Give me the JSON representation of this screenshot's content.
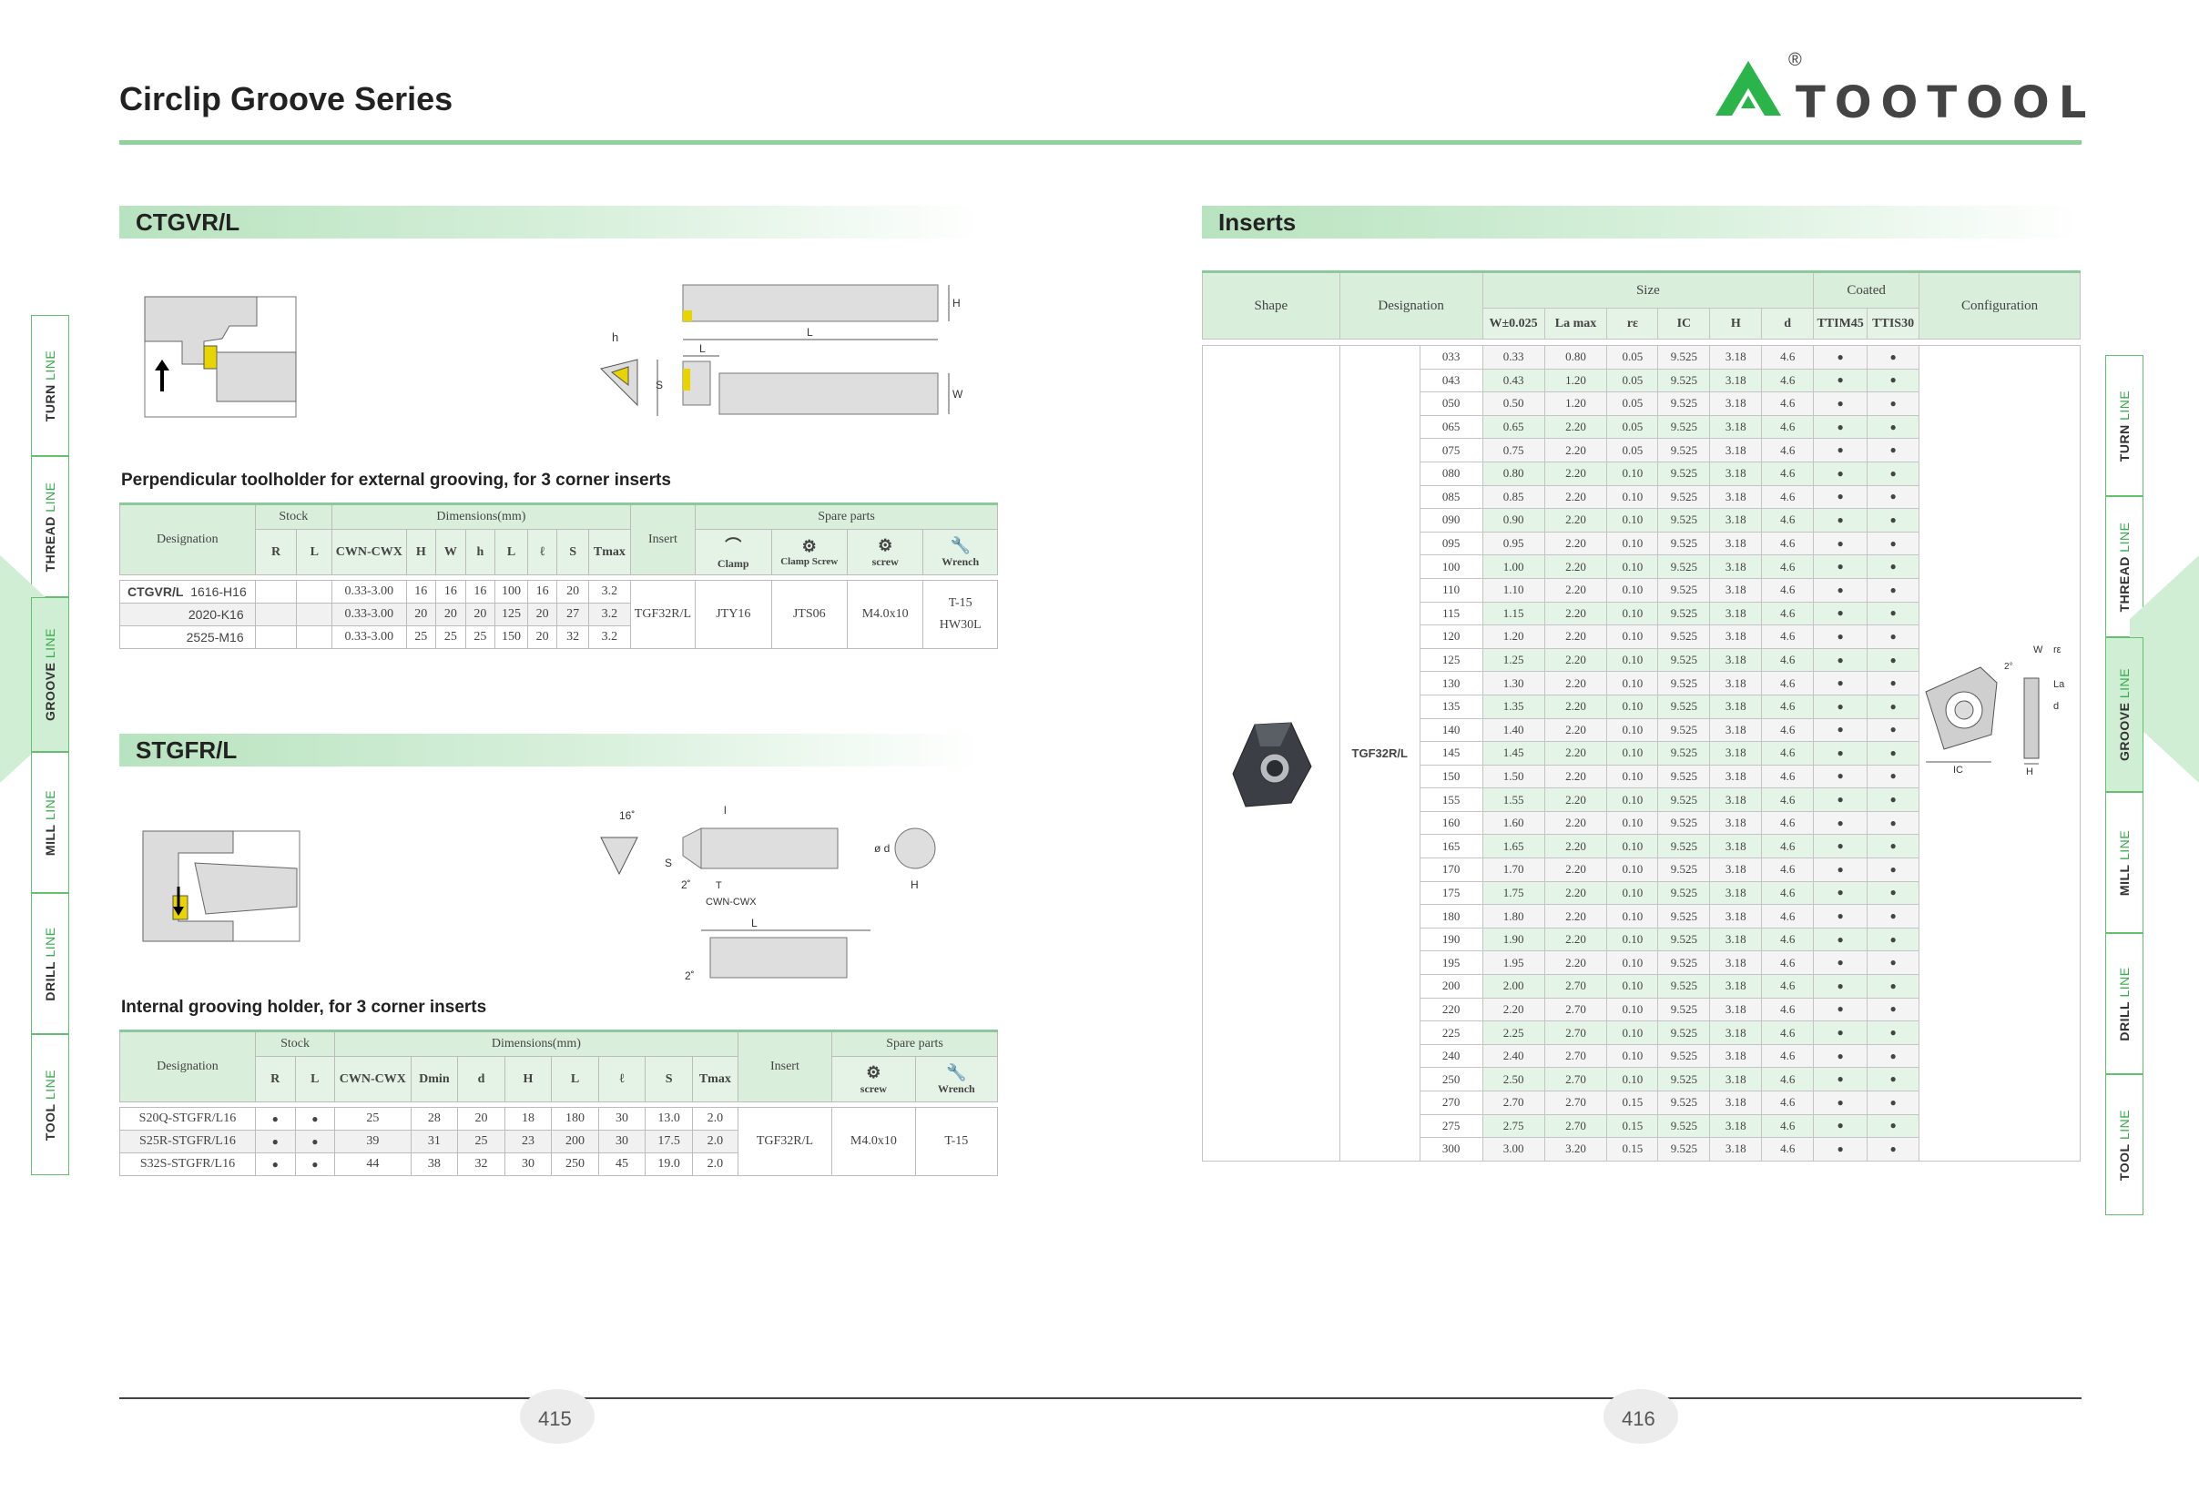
{
  "header": {
    "title": "Circlip Groove Series",
    "brand": "TOOTOOL",
    "reg": "®"
  },
  "side_tabs": [
    {
      "word": "TURN",
      "suffix": "LINE"
    },
    {
      "word": "THREAD",
      "suffix": "LINE"
    },
    {
      "word": "GROOVE",
      "suffix": "LINE"
    },
    {
      "word": "MILL",
      "suffix": "LINE"
    },
    {
      "word": "DRILL",
      "suffix": "LINE"
    },
    {
      "word": "TOOL",
      "suffix": "LINE"
    }
  ],
  "ctgv": {
    "section": "CTGVR/L",
    "subtitle": "Perpendicular toolholder for external grooving, for 3 corner inserts",
    "headers": {
      "designation": "Designation",
      "stock": "Stock",
      "dimensions": "Dimensions(mm)",
      "insert": "Insert",
      "spare": "Spare parts",
      "R": "R",
      "L": "L",
      "cwn": "CWN-CWX",
      "H": "H",
      "W": "W",
      "h": "h",
      "Lbig": "L",
      "l": "ℓ",
      "S": "S",
      "tmax": "Tmax",
      "clamp": "Clamp",
      "clamp_screw": "Clamp Screw",
      "screw": "screw",
      "wrench": "Wrench"
    },
    "prefix": "CTGVR/L",
    "rows": [
      {
        "d": "1616-H16",
        "cwn": "0.33-3.00",
        "H": "16",
        "W": "16",
        "h": "16",
        "L": "100",
        "l": "16",
        "S": "20",
        "tmax": "3.2"
      },
      {
        "d": "2020-K16",
        "cwn": "0.33-3.00",
        "H": "20",
        "W": "20",
        "h": "20",
        "L": "125",
        "l": "20",
        "S": "27",
        "tmax": "3.2"
      },
      {
        "d": "2525-M16",
        "cwn": "0.33-3.00",
        "H": "25",
        "W": "25",
        "h": "25",
        "L": "150",
        "l": "20",
        "S": "32",
        "tmax": "3.2"
      }
    ],
    "insert": "TGF32R/L",
    "clamp": "JTY16",
    "clamp_screw": "JTS06",
    "screw": "M4.0x10",
    "wrench1": "T-15",
    "wrench2": "HW30L",
    "drawing": {
      "H": "H",
      "L": "L",
      "h": "h",
      "S": "S",
      "W": "W"
    }
  },
  "stgf": {
    "section": "STGFR/L",
    "subtitle": "Internal grooving holder, for 3 corner inserts",
    "headers": {
      "designation": "Designation",
      "stock": "Stock",
      "dimensions": "Dimensions(mm)",
      "insert": "Insert",
      "spare": "Spare parts",
      "R": "R",
      "L": "L",
      "cwn": "CWN-CWX",
      "dmin": "Dmin",
      "d": "d",
      "H": "H",
      "Lbig": "L",
      "l": "ℓ",
      "S": "S",
      "tmax": "Tmax",
      "screw": "screw",
      "wrench": "Wrench"
    },
    "rows": [
      {
        "d": "S20Q-STGFR/L16",
        "R": "●",
        "L": "●",
        "cwn": "25",
        "dmin": "28",
        "dd": "20",
        "H": "18",
        "Lb": "180",
        "l": "30",
        "S": "13.0",
        "tmax": "2.0"
      },
      {
        "d": "S25R-STGFR/L16",
        "R": "●",
        "L": "●",
        "cwn": "39",
        "dmin": "31",
        "dd": "25",
        "H": "23",
        "Lb": "200",
        "l": "30",
        "S": "17.5",
        "tmax": "2.0"
      },
      {
        "d": "S32S-STGFR/L16",
        "R": "●",
        "L": "●",
        "cwn": "44",
        "dmin": "38",
        "dd": "32",
        "H": "30",
        "Lb": "250",
        "l": "45",
        "S": "19.0",
        "tmax": "2.0"
      }
    ],
    "insert": "TGF32R/L",
    "screw": "M4.0x10",
    "wrench": "T-15",
    "drawing": {
      "angle16": "16˚",
      "angle2": "2˚",
      "angle2b": "2˚",
      "l": "l",
      "S": "S",
      "T": "T",
      "d": "ø d",
      "H": "H",
      "L": "L",
      "cwn": "CWN-CWX"
    }
  },
  "inserts": {
    "section": "Inserts",
    "headers": {
      "shape": "Shape",
      "designation": "Designation",
      "size": "Size",
      "coated": "Coated",
      "configuration": "Configuration",
      "w": "W±0.025",
      "la": "La max",
      "re": "rε",
      "ic": "IC",
      "h": "H",
      "d": "d",
      "c1": "TTIM45",
      "c2": "TTIS30"
    },
    "designation": "TGF32R/L",
    "config_labels": {
      "W": "W",
      "re": "rε",
      "angle": "2°",
      "La": "La",
      "d": "d",
      "IC": "IC",
      "H": "H"
    },
    "rows": [
      [
        "033",
        "0.33",
        "0.80",
        "0.05",
        "9.525",
        "3.18",
        "4.6",
        "●",
        "●"
      ],
      [
        "043",
        "0.43",
        "1.20",
        "0.05",
        "9.525",
        "3.18",
        "4.6",
        "●",
        "●"
      ],
      [
        "050",
        "0.50",
        "1.20",
        "0.05",
        "9.525",
        "3.18",
        "4.6",
        "●",
        "●"
      ],
      [
        "065",
        "0.65",
        "2.20",
        "0.05",
        "9.525",
        "3.18",
        "4.6",
        "●",
        "●"
      ],
      [
        "075",
        "0.75",
        "2.20",
        "0.05",
        "9.525",
        "3.18",
        "4.6",
        "●",
        "●"
      ],
      [
        "080",
        "0.80",
        "2.20",
        "0.10",
        "9.525",
        "3.18",
        "4.6",
        "●",
        "●"
      ],
      [
        "085",
        "0.85",
        "2.20",
        "0.10",
        "9.525",
        "3.18",
        "4.6",
        "●",
        "●"
      ],
      [
        "090",
        "0.90",
        "2.20",
        "0.10",
        "9.525",
        "3.18",
        "4.6",
        "●",
        "●"
      ],
      [
        "095",
        "0.95",
        "2.20",
        "0.10",
        "9.525",
        "3.18",
        "4.6",
        "●",
        "●"
      ],
      [
        "100",
        "1.00",
        "2.20",
        "0.10",
        "9.525",
        "3.18",
        "4.6",
        "●",
        "●"
      ],
      [
        "110",
        "1.10",
        "2.20",
        "0.10",
        "9.525",
        "3.18",
        "4.6",
        "●",
        "●"
      ],
      [
        "115",
        "1.15",
        "2.20",
        "0.10",
        "9.525",
        "3.18",
        "4.6",
        "●",
        "●"
      ],
      [
        "120",
        "1.20",
        "2.20",
        "0.10",
        "9.525",
        "3.18",
        "4.6",
        "●",
        "●"
      ],
      [
        "125",
        "1.25",
        "2.20",
        "0.10",
        "9.525",
        "3.18",
        "4.6",
        "●",
        "●"
      ],
      [
        "130",
        "1.30",
        "2.20",
        "0.10",
        "9.525",
        "3.18",
        "4.6",
        "●",
        "●"
      ],
      [
        "135",
        "1.35",
        "2.20",
        "0.10",
        "9.525",
        "3.18",
        "4.6",
        "●",
        "●"
      ],
      [
        "140",
        "1.40",
        "2.20",
        "0.10",
        "9.525",
        "3.18",
        "4.6",
        "●",
        "●"
      ],
      [
        "145",
        "1.45",
        "2.20",
        "0.10",
        "9.525",
        "3.18",
        "4.6",
        "●",
        "●"
      ],
      [
        "150",
        "1.50",
        "2.20",
        "0.10",
        "9.525",
        "3.18",
        "4.6",
        "●",
        "●"
      ],
      [
        "155",
        "1.55",
        "2.20",
        "0.10",
        "9.525",
        "3.18",
        "4.6",
        "●",
        "●"
      ],
      [
        "160",
        "1.60",
        "2.20",
        "0.10",
        "9.525",
        "3.18",
        "4.6",
        "●",
        "●"
      ],
      [
        "165",
        "1.65",
        "2.20",
        "0.10",
        "9.525",
        "3.18",
        "4.6",
        "●",
        "●"
      ],
      [
        "170",
        "1.70",
        "2.20",
        "0.10",
        "9.525",
        "3.18",
        "4.6",
        "●",
        "●"
      ],
      [
        "175",
        "1.75",
        "2.20",
        "0.10",
        "9.525",
        "3.18",
        "4.6",
        "●",
        "●"
      ],
      [
        "180",
        "1.80",
        "2.20",
        "0.10",
        "9.525",
        "3.18",
        "4.6",
        "●",
        "●"
      ],
      [
        "190",
        "1.90",
        "2.20",
        "0.10",
        "9.525",
        "3.18",
        "4.6",
        "●",
        "●"
      ],
      [
        "195",
        "1.95",
        "2.20",
        "0.10",
        "9.525",
        "3.18",
        "4.6",
        "●",
        "●"
      ],
      [
        "200",
        "2.00",
        "2.70",
        "0.10",
        "9.525",
        "3.18",
        "4.6",
        "●",
        "●"
      ],
      [
        "220",
        "2.20",
        "2.70",
        "0.10",
        "9.525",
        "3.18",
        "4.6",
        "●",
        "●"
      ],
      [
        "225",
        "2.25",
        "2.70",
        "0.10",
        "9.525",
        "3.18",
        "4.6",
        "●",
        "●"
      ],
      [
        "240",
        "2.40",
        "2.70",
        "0.10",
        "9.525",
        "3.18",
        "4.6",
        "●",
        "●"
      ],
      [
        "250",
        "2.50",
        "2.70",
        "0.10",
        "9.525",
        "3.18",
        "4.6",
        "●",
        "●"
      ],
      [
        "270",
        "2.70",
        "2.70",
        "0.15",
        "9.525",
        "3.18",
        "4.6",
        "●",
        "●"
      ],
      [
        "275",
        "2.75",
        "2.70",
        "0.15",
        "9.525",
        "3.18",
        "4.6",
        "●",
        "●"
      ],
      [
        "300",
        "3.00",
        "3.20",
        "0.15",
        "9.525",
        "3.18",
        "4.6",
        "●",
        "●"
      ]
    ]
  },
  "footer": {
    "left_page": "415",
    "right_page": "416"
  }
}
